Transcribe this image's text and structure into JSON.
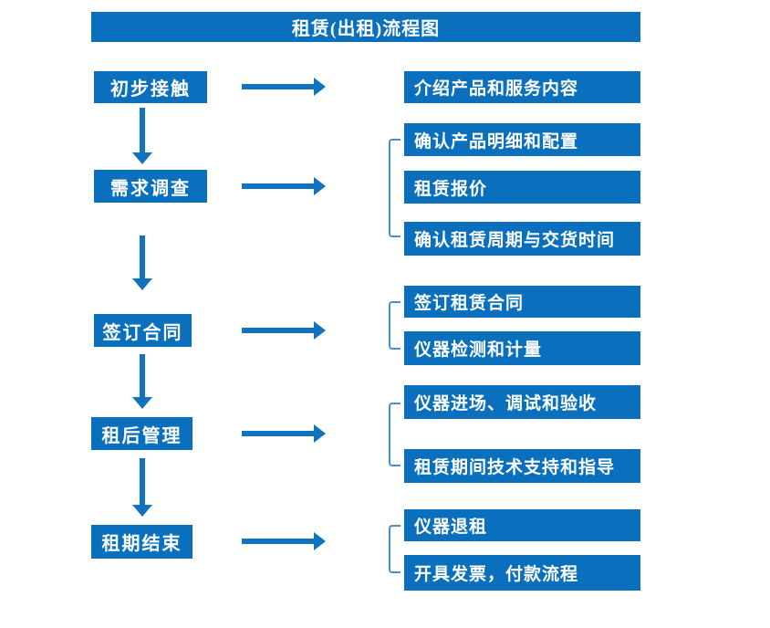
{
  "title": "租赁(出租)流程图",
  "colors": {
    "box_blue": "#0a70bd",
    "arrow_blue": "#1173c0",
    "bracket_blue": "#4a8fcd",
    "text_color": "#ffffff",
    "background": "#ffffff"
  },
  "flow": {
    "stages": [
      {
        "label": "初步接触",
        "outputs": [
          "介绍产品和服务内容"
        ]
      },
      {
        "label": "需求调查",
        "outputs": [
          "确认产品明细和配置",
          "租赁报价",
          "确认租赁周期与交货时间"
        ]
      },
      {
        "label": "签订合同",
        "outputs": [
          "签订租赁合同",
          "仪器检测和计量"
        ]
      },
      {
        "label": "租后管理",
        "outputs": [
          "仪器进场、调试和验收",
          "租赁期间技术支持和指导"
        ]
      },
      {
        "label": "租期结束",
        "outputs": [
          "仪器退租",
          "开具发票，付款流程"
        ]
      }
    ]
  }
}
